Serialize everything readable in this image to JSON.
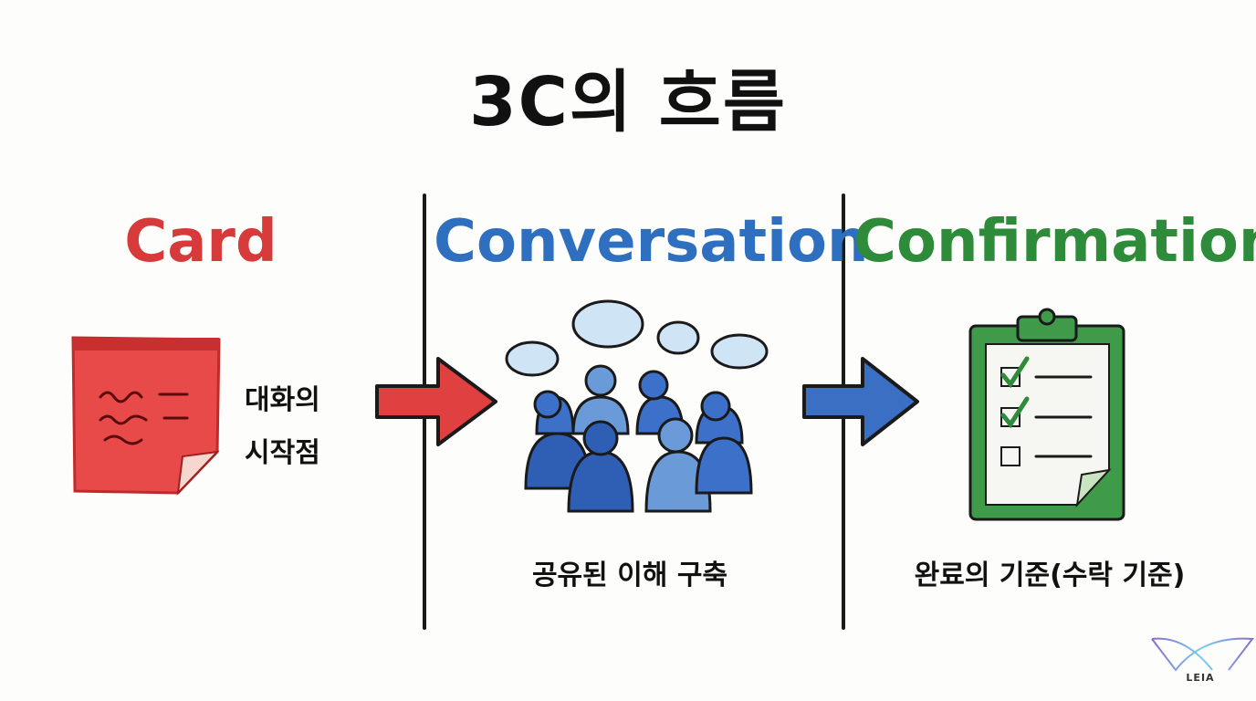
{
  "title": "3C의 흐름",
  "sections": [
    {
      "heading": "Card",
      "color": "#d63a3a",
      "note": [
        "대화의",
        "시작점"
      ],
      "icon": "sticky-note-icon"
    },
    {
      "heading": "Conversation",
      "color": "#2f6fbf",
      "caption": "공유된 이해 구축",
      "icon": "people-talking-icon"
    },
    {
      "heading": "Confirmation",
      "color": "#2e8b3a",
      "caption": "완료의 기준(수락 기준)",
      "icon": "clipboard-checklist-icon"
    }
  ],
  "arrows": [
    {
      "color": "#e04040",
      "icon": "arrow-right-icon"
    },
    {
      "color": "#3a6fc4",
      "icon": "arrow-right-icon"
    }
  ],
  "logo": {
    "text": "LEIA"
  }
}
